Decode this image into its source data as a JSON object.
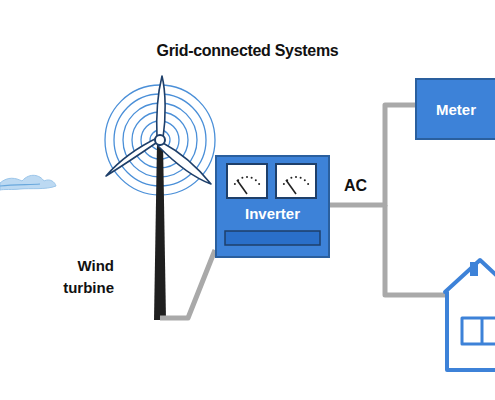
{
  "diagram": {
    "title": "Grid-connected Systems",
    "nodes": [
      {
        "text": [
          "Inverter"
        ]
      },
      {
        "text": [
          "Meter"
        ]
      }
    ],
    "edges": [
      {
        "from": 0,
        "to": 1,
        "label": "AC",
        "arrow": "none"
      }
    ],
    "labels": [
      "Wind turbine"
    ]
  }
}
